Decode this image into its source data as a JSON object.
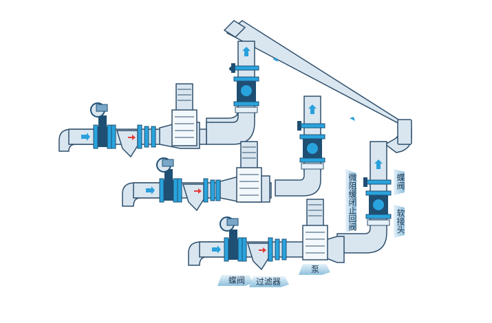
{
  "labels": {
    "butterfly_valve_bottom": "蝶阀",
    "filter": "过滤器",
    "pump": "泵",
    "check_valve": "微阻缓闭止回阀",
    "butterfly_valve_right": "蝶阀",
    "soft_joint": "软接头"
  },
  "colors": {
    "pipe_fill": "#d9e6f0",
    "pipe_stroke": "#2f4f6b",
    "flange_blue": "#29a3dd",
    "valve_dark": "#1f4f73",
    "arrow_blue": "#2aa0dc",
    "arrow_red": "#e53935",
    "label_bg": "#b8d7ea"
  }
}
